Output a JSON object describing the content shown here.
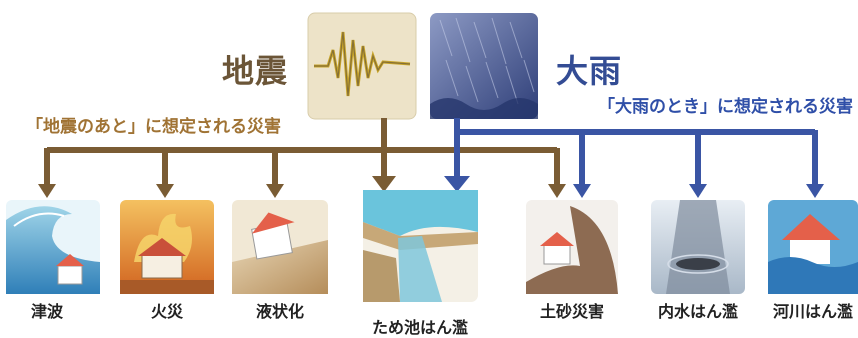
{
  "titles": {
    "earthquake": "地震",
    "heavy_rain": "大雨"
  },
  "subtitles": {
    "after_earthquake": "「地震のあと」に想定される災害",
    "during_rain": "「大雨のとき」に想定される災害"
  },
  "disasters": [
    {
      "label": "津波",
      "icon": "tsunami-icon"
    },
    {
      "label": "火災",
      "icon": "fire-icon"
    },
    {
      "label": "液状化",
      "icon": "liquefaction-icon"
    },
    {
      "label": "ため池はん濫",
      "icon": "reservoir-overflow-icon"
    },
    {
      "label": "土砂災害",
      "icon": "landslide-icon"
    },
    {
      "label": "内水はん濫",
      "icon": "inland-flood-icon"
    },
    {
      "label": "河川はん濫",
      "icon": "river-flood-icon"
    }
  ],
  "colors": {
    "earthquake_arrow": "#7a5c34",
    "rain_arrow": "#3a55a4",
    "earthquake_text": "#6b5537",
    "rain_text": "#334c94",
    "subtitle_earthquake": "#a07334",
    "subtitle_rain": "#2f4fa8"
  }
}
